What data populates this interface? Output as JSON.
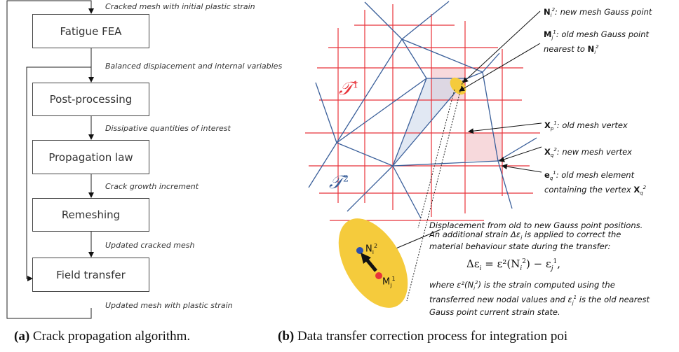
{
  "flowchart": {
    "boxes": [
      "Fatigue FEA",
      "Post-processing",
      "Propagation law",
      "Remeshing",
      "Field transfer"
    ],
    "edge_labels": [
      "Cracked mesh with initial plastic strain",
      "Balanced displacement and internal variables",
      "Dissipative quantities of interest",
      "Crack growth increment",
      "Updated cracked mesh",
      "Updated mesh with plastic strain"
    ]
  },
  "diagram": {
    "tau1": "𝒯",
    "tau1_sup": "1",
    "tau2": "𝒯",
    "tau2_sup": "2",
    "annotations": {
      "n_label": "N",
      "n_sub": "i",
      "n_sup": "2",
      "n_text": ": new mesh Gauss point",
      "m_label": "M",
      "m_sub": "j",
      "m_sup": "1",
      "m_text_1": ": old mesh Gauss point",
      "m_text_2": "nearest to ",
      "m_text_2_sym": "N",
      "x1_label": "X",
      "x1_sub": "p",
      "x1_sup": "1",
      "x1_text": ": old mesh vertex",
      "x2_label": "X",
      "x2_sub": "q",
      "x2_sup": "2",
      "x2_text": ": new mesh vertex",
      "e_label": "e",
      "e_sub": "q",
      "e_sup": "1",
      "e_text_1": ": old mesh element",
      "e_text_2": "containing the vertex ",
      "e_text_2_sym": "X"
    },
    "correction_text": [
      "Displacement from old to new Gauss point positions.",
      "An additional strain Δε",
      " is applied to correct the",
      "material behaviour state during the transfer:"
    ],
    "equation": "Δε",
    "equation_rest": " = ε²(N",
    "equation_tail": ") − ε",
    "where_text": [
      "where ε²(N",
      ") is the strain computed using the",
      "transferred new nodal values and ε",
      " is the old nearest",
      "Gauss point current strain state."
    ],
    "zoom_n": "N",
    "zoom_n_sub": "i",
    "zoom_n_sup": "2",
    "zoom_m": "M",
    "zoom_m_sub": "j",
    "zoom_m_sup": "1"
  },
  "captions": {
    "a_tag": "(a)",
    "a_text": " Crack propagation algorithm.",
    "b_tag": "(b)",
    "b_text": " Data transfer correction process for integration poi"
  },
  "colors": {
    "old_mesh": "#e8333a",
    "new_mesh": "#3a5f9a",
    "highlight": "#f5cb3c",
    "shade": "#f6d2d6"
  }
}
